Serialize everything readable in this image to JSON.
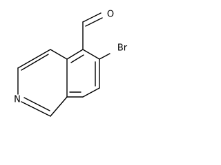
{
  "molecule": {
    "atoms": {
      "oxygen": "O",
      "bromine": "Br",
      "nitrogen": "N"
    }
  }
}
